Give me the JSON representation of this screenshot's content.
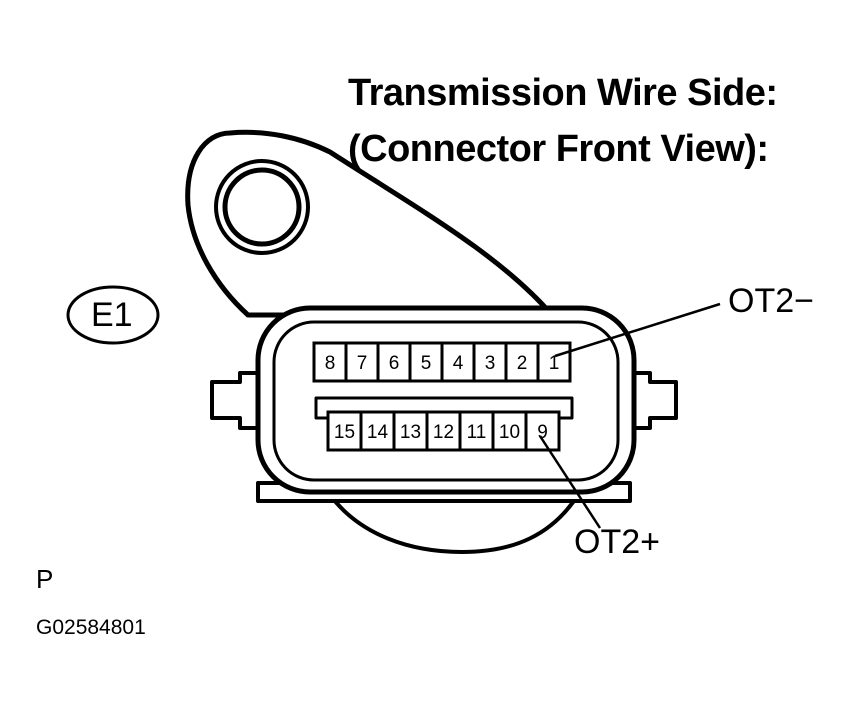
{
  "header": {
    "title_line1": "Transmission Wire Side:",
    "title_line2": "(Connector Front View):"
  },
  "connector": {
    "id": "E1",
    "top_row_pins": [
      "8",
      "7",
      "6",
      "5",
      "4",
      "3",
      "2",
      "1"
    ],
    "bottom_row_pins": [
      "15",
      "14",
      "13",
      "12",
      "11",
      "10",
      "9"
    ]
  },
  "callouts": {
    "ot2_minus": "OT2−",
    "ot2_plus": "OT2+"
  },
  "footer": {
    "mark": "P",
    "figure_code": "G02584801"
  }
}
